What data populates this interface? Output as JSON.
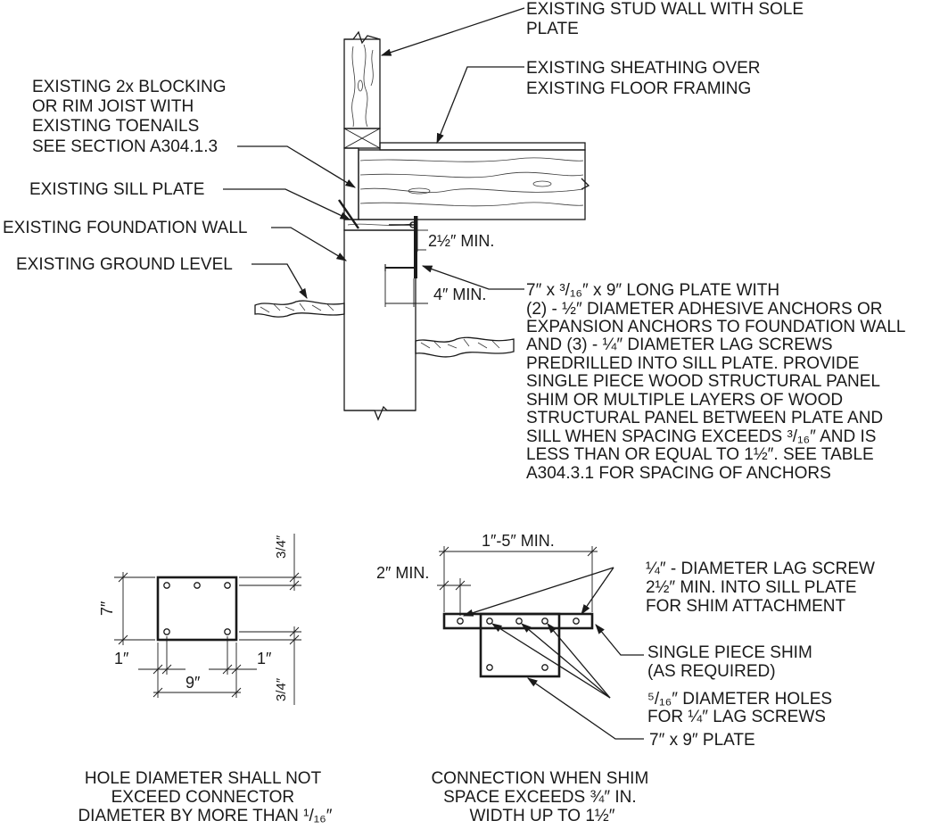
{
  "labels": {
    "stud_wall": [
      "EXISTING STUD WALL WITH SOLE",
      "PLATE"
    ],
    "sheathing": [
      "EXISTING SHEATHING OVER",
      "EXISTING FLOOR FRAMING"
    ],
    "blocking": [
      "EXISTING 2x BLOCKING",
      "OR RIM JOIST WITH",
      "EXISTING TOENAILS",
      "SEE SECTION A304.1.3"
    ],
    "sill_plate": "EXISTING SILL PLATE",
    "foundation": "EXISTING FOUNDATION WALL",
    "ground": "EXISTING GROUND LEVEL",
    "dim_2half": "2½″ MIN.",
    "dim_4": "4″ MIN.",
    "plate_note": [
      "7″  x ³/₁₆″ x 9″ LONG PLATE WITH",
      "(2) - ½″ DIAMETER ADHESIVE ANCHORS OR",
      "EXPANSION ANCHORS TO FOUNDATION WALL",
      "AND (3) - ¼″ DIAMETER LAG SCREWS",
      "PREDRILLED INTO SILL PLATE. PROVIDE",
      "SINGLE PIECE WOOD STRUCTURAL PANEL",
      "SHIM OR MULTIPLE LAYERS OF WOOD",
      "STRUCTURAL PANEL BETWEEN PLATE AND",
      "SILL WHEN SPACING EXCEEDS ³/₁₆″ AND IS",
      "LESS THAN OR EQUAL TO 1½″. SEE TABLE",
      "A304.3.1 FOR SPACING OF ANCHORS"
    ]
  },
  "plate_detail": {
    "dim_7": "7″",
    "dim_1_left": "1″",
    "dim_1_right": "1″",
    "dim_9": "9″",
    "dim_3q_top": "3/4″",
    "dim_3q_bottom": "3/4″",
    "caption": [
      "HOLE DIAMETER SHALL NOT",
      "EXCEED CONNECTOR",
      "DIAMETER BY MORE THAN ¹/₁₆″"
    ]
  },
  "shim_detail": {
    "dim_1_5": "1″-5″ MIN.",
    "dim_2": "2″ MIN.",
    "lag_note": [
      "¼″ - DIAMETER LAG SCREW",
      "2½″ MIN. INTO SILL PLATE",
      "FOR SHIM ATTACHMENT"
    ],
    "shim_note": [
      "SINGLE PIECE SHIM",
      "(AS REQUIRED)"
    ],
    "holes_note": [
      "⁵/₁₆″ DIAMETER HOLES",
      "FOR ¼″ LAG SCREWS"
    ],
    "plate_note": "7″ x 9″ PLATE",
    "caption": [
      "CONNECTION WHEN SHIM",
      "SPACE EXCEEDS ¾″ IN.",
      "WIDTH UP TO 1½″"
    ]
  }
}
